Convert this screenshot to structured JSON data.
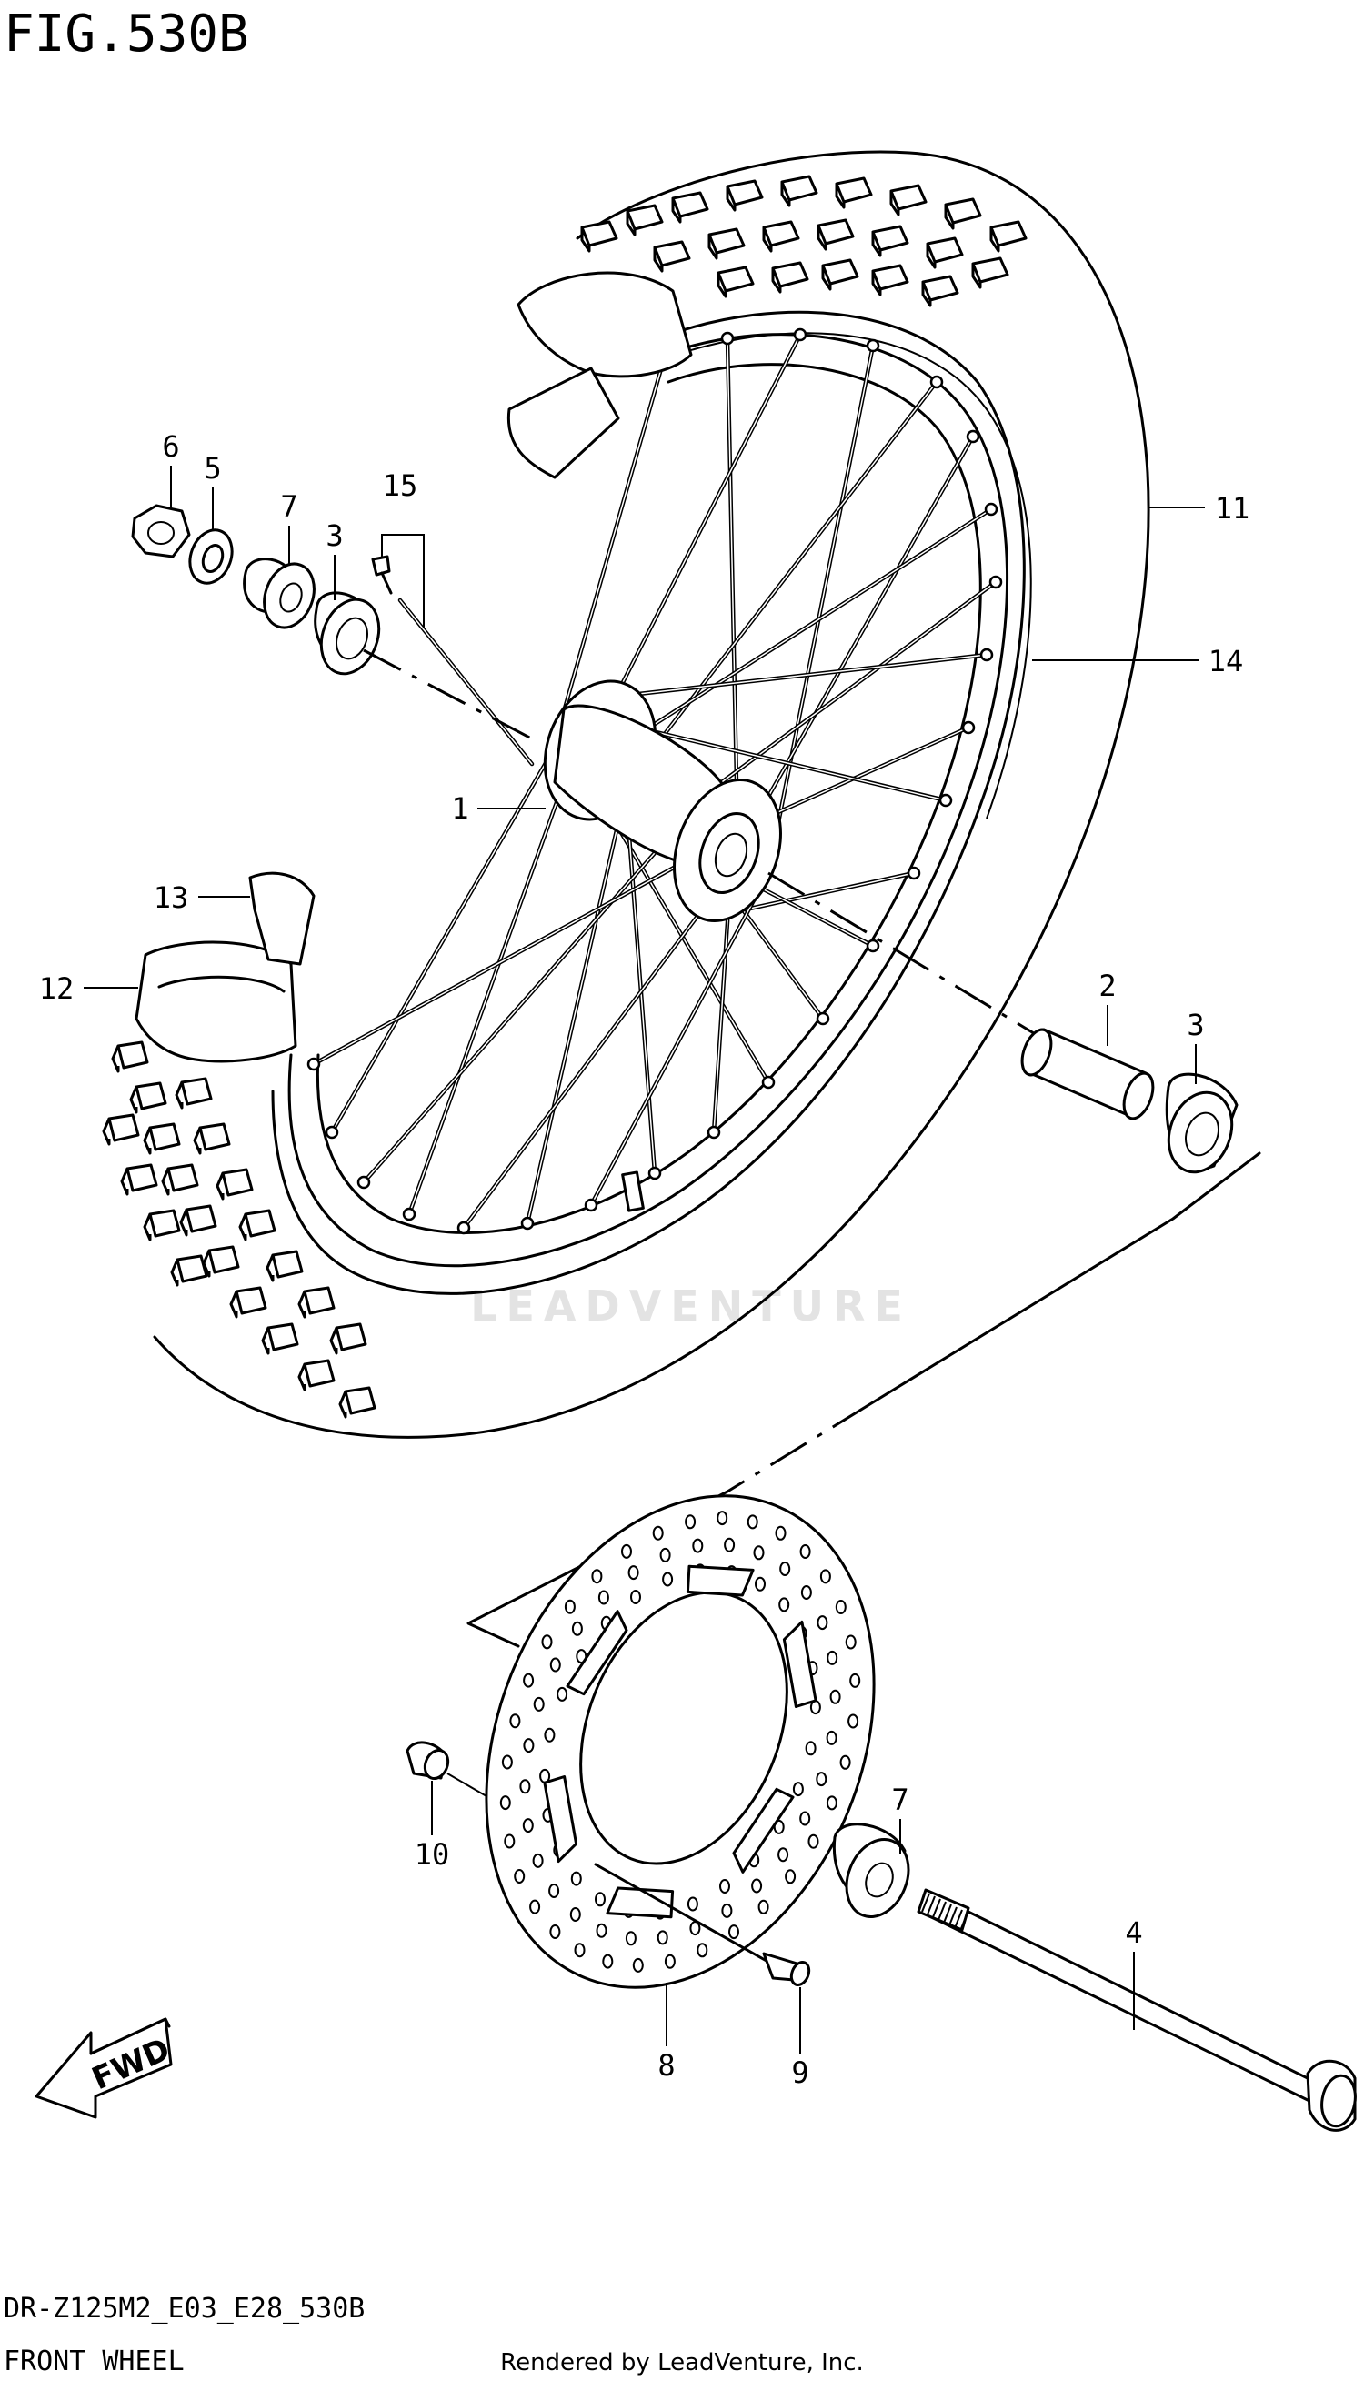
{
  "figure": {
    "title": "FIG.530B",
    "model_code": "DR-Z125M2_E03_E28_530B",
    "caption": "FRONT WHEEL",
    "credit": "Rendered by LeadVenture, Inc.",
    "watermark": "LEADVENTURE"
  },
  "direction_badge": {
    "label": "FWD"
  },
  "parts": [
    {
      "id": "hub",
      "number": "1"
    },
    {
      "id": "spacer",
      "number": "2"
    },
    {
      "id": "bearing-right",
      "number": "3"
    },
    {
      "id": "bearing-left",
      "number": "3"
    },
    {
      "id": "axle",
      "number": "4"
    },
    {
      "id": "washer",
      "number": "5"
    },
    {
      "id": "axle-nut",
      "number": "6"
    },
    {
      "id": "collar-left",
      "number": "7"
    },
    {
      "id": "collar-right",
      "number": "7"
    },
    {
      "id": "brake-disc",
      "number": "8"
    },
    {
      "id": "disc-screw",
      "number": "9"
    },
    {
      "id": "disc-bolt",
      "number": "10"
    },
    {
      "id": "tire",
      "number": "11"
    },
    {
      "id": "tube",
      "number": "14"
    },
    {
      "id": "rim-band",
      "number": "12"
    },
    {
      "id": "rim-lock",
      "number": "13"
    },
    {
      "id": "spoke-set",
      "number": "15"
    }
  ],
  "colors": {
    "ink": "#000000",
    "paper": "#ffffff",
    "watermark": "#e6e6e6"
  }
}
